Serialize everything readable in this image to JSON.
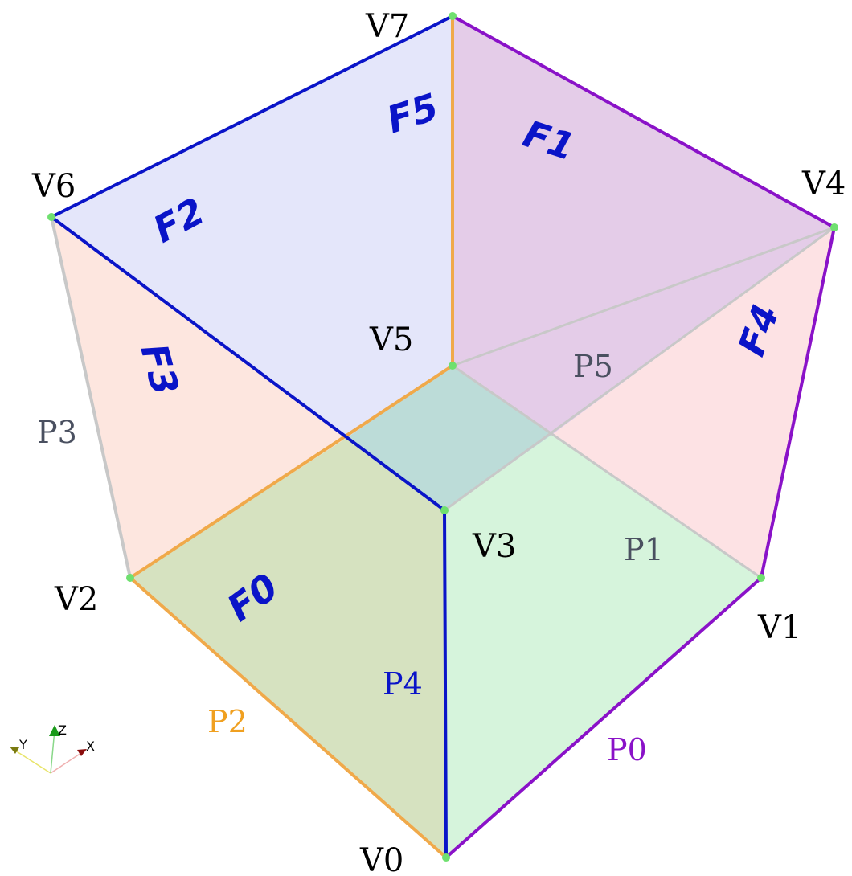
{
  "vertices": [
    "V0",
    "V1",
    "V2",
    "V3",
    "V4",
    "V5",
    "V6",
    "V7"
  ],
  "faces": [
    "F0",
    "F1",
    "F2",
    "F3",
    "F4",
    "F5"
  ],
  "patches": [
    "P0",
    "P1",
    "P2",
    "P3",
    "P4",
    "P5"
  ],
  "axes": {
    "x": "X",
    "y": "Y",
    "z": "Z"
  },
  "colors": {
    "vertex_dot": "#6fe06f",
    "p0_edge": "#8a12c8",
    "p1_edge": "#c8c8c8",
    "p2_edge": "#f0a94a",
    "p3_edge": "#c8c8c8",
    "p4_edge": "#0a14c8",
    "p5_edge": "#c8c8c8",
    "p0_text": "#8a12c8",
    "p1_text": "#4a5060",
    "p2_text": "#f0a020",
    "p3_text": "#4a5060",
    "p4_text": "#0a14c8",
    "p5_text": "#4a5060",
    "face_text": "#0a14c8",
    "face_top_left": "#e4e6fa",
    "face_top_right": "#e4cce8",
    "face_left": "#fde6df",
    "face_right": "#fde2e4",
    "face_bottom_left": "#d6e2c0",
    "face_bottom_right": "#d6f4dc",
    "face_center": "#bcdcd8"
  }
}
